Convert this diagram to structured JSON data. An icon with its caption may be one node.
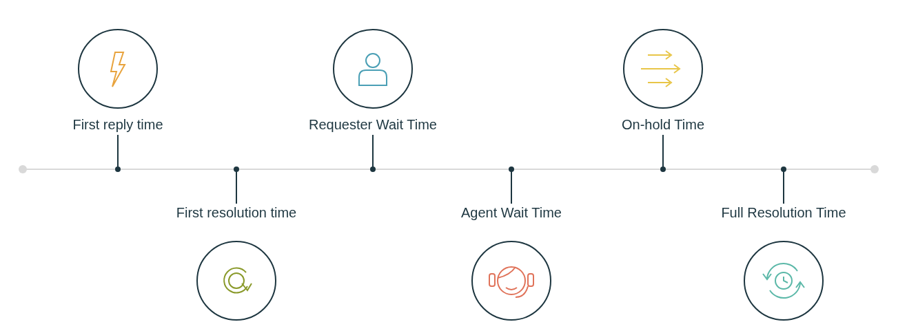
{
  "diagram": {
    "nodes": [
      {
        "text": [
          "First reply time"
        ]
      },
      {
        "text": [
          "First resolution time"
        ]
      },
      {
        "text": [
          "Requester Wait Time"
        ]
      },
      {
        "text": [
          "Agent Wait Time"
        ]
      },
      {
        "text": [
          "On-hold Time"
        ]
      },
      {
        "text": [
          "Full Resolution Time"
        ]
      }
    ],
    "edges": [
      {
        "from": 0,
        "to": null,
        "arrow": "other"
      },
      {
        "from": 1,
        "to": null,
        "arrow": "other"
      },
      {
        "from": 2,
        "to": null,
        "arrow": "other"
      },
      {
        "from": 3,
        "to": null,
        "arrow": "other"
      },
      {
        "from": 4,
        "to": null,
        "arrow": "other"
      },
      {
        "from": 5,
        "to": null,
        "arrow": "other"
      }
    ]
  }
}
